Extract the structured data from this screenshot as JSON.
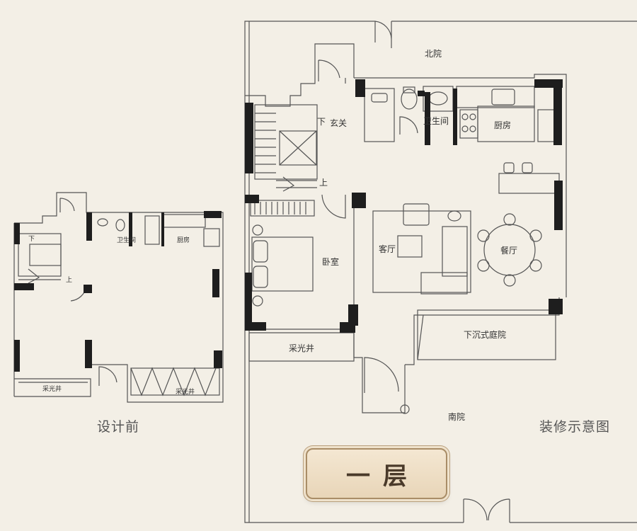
{
  "rooms_after": {
    "north_yard": "北院",
    "foyer": "玄关",
    "bathroom": "卫生间",
    "kitchen": "厨房",
    "bedroom": "卧室",
    "living": "客厅",
    "dining": "餐厅",
    "sunken_court": "下沉式庭院",
    "lightwell": "采光井",
    "south_yard": "南院",
    "stair_down": "下",
    "stair_up": "上"
  },
  "rooms_before": {
    "bathroom": "卫生间",
    "kitchen": "厨房",
    "lightwell_left": "采光井",
    "lightwell_right": "采光井",
    "stair_down": "下",
    "stair_up": "上"
  },
  "captions": {
    "before": "设计前",
    "after": "装修示意图"
  },
  "badge": "一层",
  "colors": {
    "wall": "#1e1e1e",
    "line": "#555555",
    "background": "#f3efe6"
  }
}
